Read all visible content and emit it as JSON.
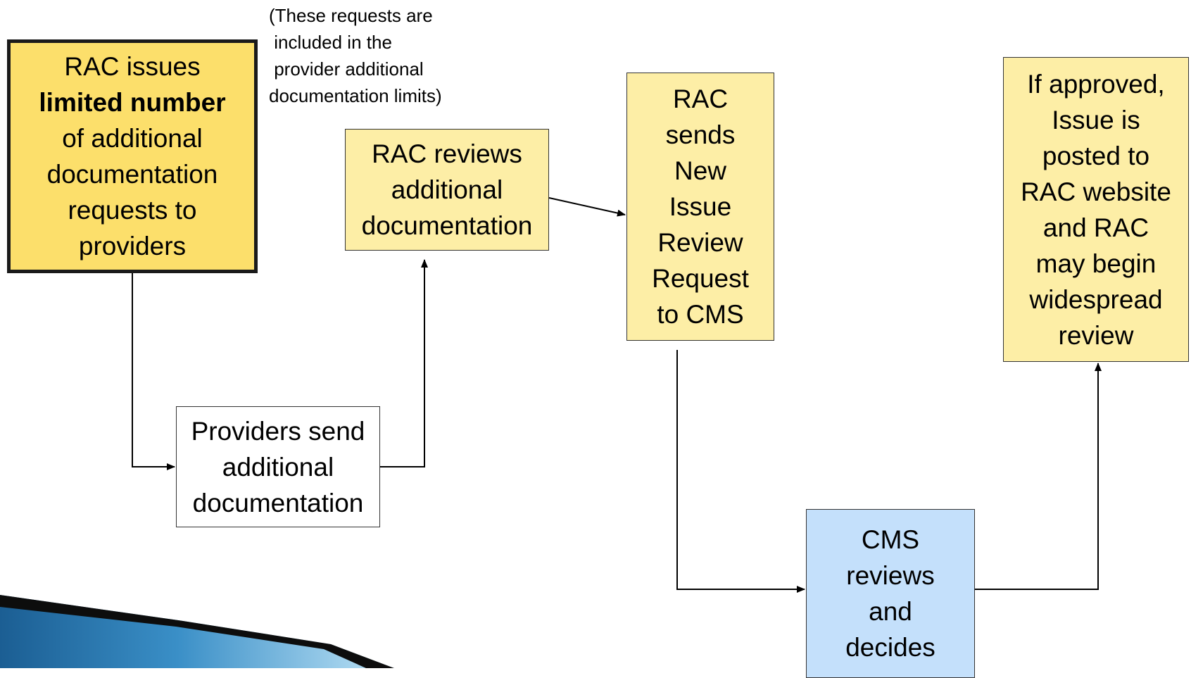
{
  "note": {
    "lines": [
      "(These requests are",
      " included in the",
      " provider additional",
      "documentation limits)"
    ]
  },
  "boxes": {
    "rac_issues": {
      "line1": "RAC issues",
      "bold": "limited number",
      "rest": [
        "of additional",
        "documentation",
        "requests to",
        "providers"
      ]
    },
    "providers_send": {
      "lines": [
        "Providers send",
        "additional",
        "documentation"
      ]
    },
    "rac_reviews": {
      "lines": [
        "RAC reviews",
        "additional",
        "documentation"
      ]
    },
    "rac_sends": {
      "lines": [
        "RAC",
        "sends",
        "New",
        "Issue",
        "Review",
        "Request",
        "to CMS"
      ]
    },
    "cms_reviews": {
      "lines": [
        "CMS",
        "reviews",
        "and",
        "decides"
      ]
    },
    "if_approved": {
      "lines": [
        "If approved,",
        "Issue is",
        "posted to",
        "RAC website",
        "and RAC",
        "may begin",
        "widespread",
        "review"
      ]
    }
  },
  "colors": {
    "gold_box": "#fcdf6b",
    "yellow_box": "#fdeea6",
    "blue_box": "#c4e0fb",
    "connector": "#000000",
    "decor_ribbon": "#1e6fa8"
  }
}
